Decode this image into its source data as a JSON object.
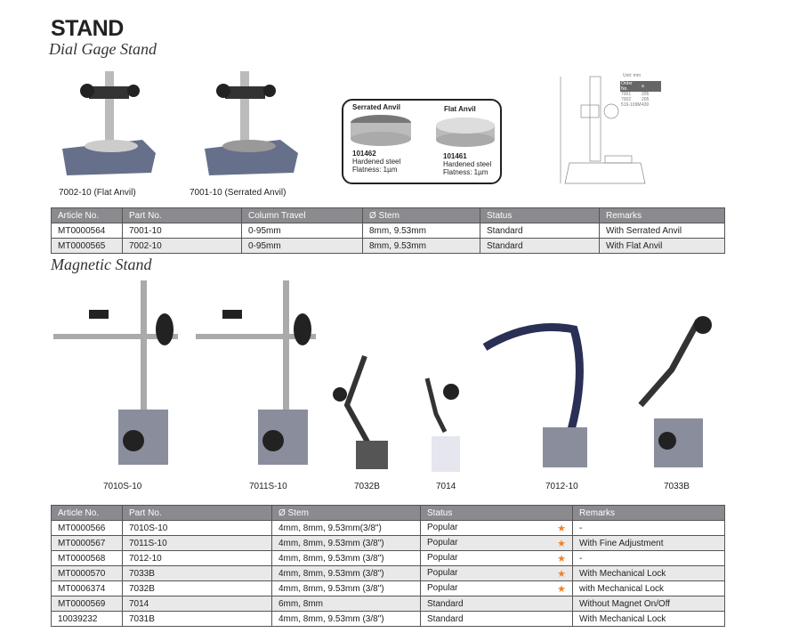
{
  "title": "STAND",
  "dial_section": {
    "heading": "Dial Gage Stand",
    "captions": [
      "7002-10 (Flat Anvil)",
      "7001-10 (Serrated Anvil)"
    ],
    "anvils": [
      {
        "label": "Serrated Anvil",
        "code": "101462",
        "material": "Hardened steel",
        "flatness": "Flatness: 1µm"
      },
      {
        "label": "Flat Anvil",
        "code": "101461",
        "material": "Hardened steel",
        "flatness": "Flatness: 1µm"
      }
    ],
    "drawing": {
      "unit": "Unit: mm",
      "header": [
        "Order No.",
        "a"
      ],
      "rows": [
        [
          "7001",
          "205"
        ],
        [
          "7002",
          "205"
        ],
        [
          "519-109M",
          "430"
        ]
      ]
    },
    "table": {
      "headers": [
        "Article No.",
        "Part No.",
        "Column Travel",
        "Ø Stem",
        "Status",
        "Remarks"
      ],
      "rows": [
        [
          "MT0000564",
          "7001-10",
          "0-95mm",
          "8mm, 9.53mm",
          "Standard",
          "With Serrated Anvil"
        ],
        [
          "MT0000565",
          "7002-10",
          "0-95mm",
          "8mm, 9.53mm",
          "Standard",
          "With Flat Anvil"
        ]
      ]
    }
  },
  "magnetic_section": {
    "heading": "Magnetic Stand",
    "captions": [
      "7010S-10",
      "7011S-10",
      "7032B",
      "7014",
      "7012-10",
      "7033B"
    ],
    "popular_color": "#f0822a",
    "table": {
      "headers": [
        "Article No.",
        "Part No.",
        "Ø Stem",
        "Status",
        "Remarks"
      ],
      "rows": [
        [
          "MT0000566",
          "7010S-10",
          "4mm, 8mm, 9.53mm(3/8\")",
          "Popular",
          "-"
        ],
        [
          "MT0000567",
          "7011S-10",
          "4mm, 8mm, 9.53mm (3/8\")",
          "Popular",
          "With Fine Adjustment"
        ],
        [
          "MT0000568",
          "7012-10",
          "4mm, 8mm, 9.53mm (3/8\")",
          "Popular",
          "-"
        ],
        [
          "MT0000570",
          "7033B",
          "4mm, 8mm, 9.53mm (3/8\")",
          "Popular",
          "With Mechanical Lock"
        ],
        [
          "MT0006374",
          "7032B",
          "4mm, 8mm, 9.53mm (3/8\")",
          "Popular",
          "with Mechanical Lock"
        ],
        [
          "MT0000569",
          "7014",
          "6mm, 8mm",
          "Standard",
          "Without Magnet On/Off"
        ],
        [
          "10039232",
          "7031B",
          "4mm, 8mm, 9.53mm (3/8\")",
          "Standard",
          "With Mechanical Lock"
        ]
      ]
    }
  }
}
